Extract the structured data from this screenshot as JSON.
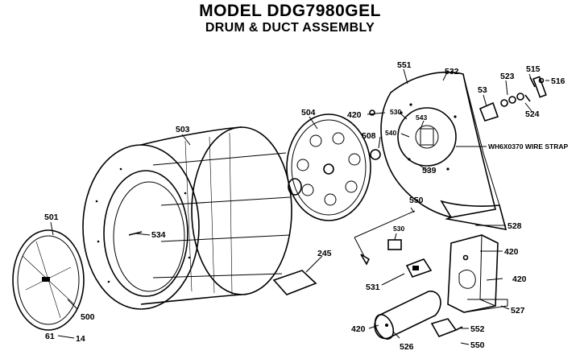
{
  "header": {
    "title": "MODEL DDG7980GEL",
    "subtitle": "DRUM & DUCT ASSEMBLY"
  },
  "colors": {
    "ink": "#000000",
    "paper": "#ffffff"
  },
  "parts": {
    "p503": "503",
    "p504": "504",
    "p501": "501",
    "p534": "534",
    "p500": "500",
    "p61": "61",
    "p14": "14",
    "p245": "245",
    "p420a": "420",
    "p551": "551",
    "p532": "532",
    "p53": "53",
    "p523": "523",
    "p515": "515",
    "p516": "516",
    "p524": "524",
    "p530": "530",
    "p540": "540",
    "p543": "543",
    "p508": "508",
    "p539": "539",
    "wire_strap": "WH6X0370 WIRE STRAP",
    "p528": "528",
    "p550a": "550",
    "p530b": "530",
    "p531": "531",
    "p420b": "420",
    "p420c": "420",
    "p527": "527",
    "p420d": "420",
    "p526": "526",
    "p552": "552",
    "p550b": "550"
  }
}
